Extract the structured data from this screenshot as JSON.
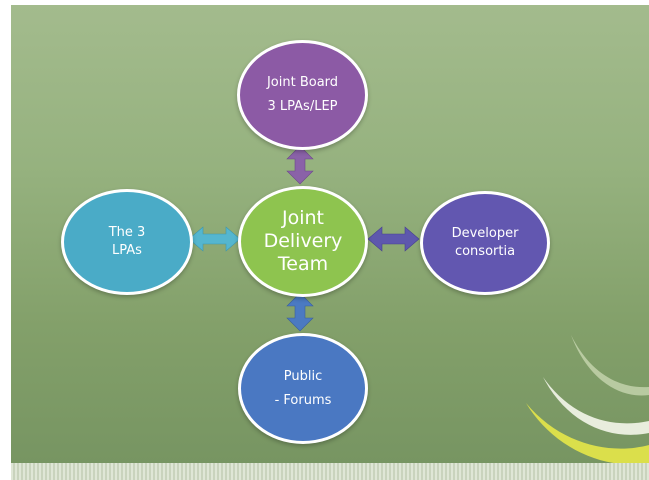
{
  "nodes": {
    "joint_board": {
      "line1": "Joint Board",
      "line2": "3 LPAs/LEP",
      "color": "#8c5aa5"
    },
    "joint_delivery_team": {
      "line1": "Joint",
      "line2": "Delivery",
      "line3": "Team",
      "color": "#8ec44f"
    },
    "the_3_lpas": {
      "line1": "The 3",
      "line2": "LPAs",
      "color": "#4aabc7"
    },
    "developer_consortia": {
      "line1": "Developer",
      "line2": "consortia",
      "color": "#6257b0"
    },
    "public": {
      "line1": "Public",
      "line2": "- Forums",
      "color": "#4a78c2"
    }
  },
  "connectors": [
    {
      "between": [
        "joint_delivery_team",
        "joint_board"
      ],
      "style": "double-arrow",
      "color": "#8a62a8"
    },
    {
      "between": [
        "joint_delivery_team",
        "the_3_lpas"
      ],
      "style": "double-arrow",
      "color": "#55b6cf"
    },
    {
      "between": [
        "joint_delivery_team",
        "developer_consortia"
      ],
      "style": "double-arrow",
      "color": "#5e58ad"
    },
    {
      "between": [
        "joint_delivery_team",
        "public"
      ],
      "style": "double-arrow",
      "color": "#4b7ac2"
    }
  ]
}
